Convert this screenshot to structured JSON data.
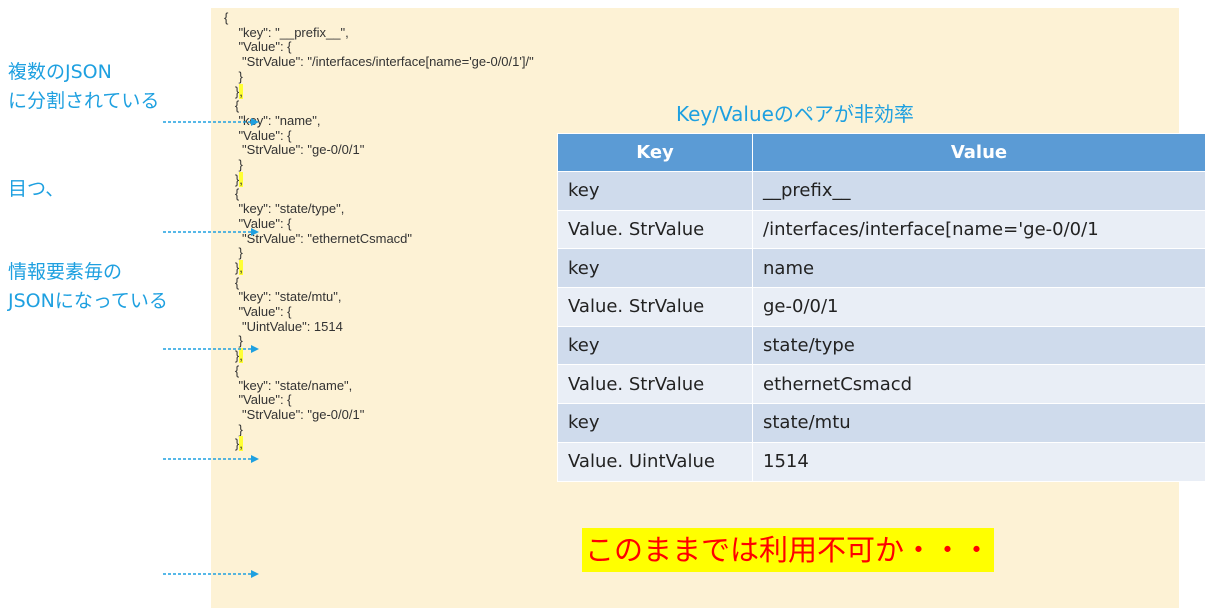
{
  "code_lines": [
    "{",
    "    \"key\": \"__prefix__\",",
    "    \"Value\": {",
    "     \"StrValue\": \"/interfaces/interface[name='ge-0/0/1']/\"",
    "    }",
    "   },",
    "   {",
    "    \"key\": \"name\",",
    "    \"Value\": {",
    "     \"StrValue\": \"ge-0/0/1\"",
    "    }",
    "   },",
    "   {",
    "    \"key\": \"state/type\",",
    "    \"Value\": {",
    "     \"StrValue\": \"ethernetCsmacd\"",
    "    }",
    "   },",
    "   {",
    "    \"key\": \"state/mtu\",",
    "    \"Value\": {",
    "     \"UintValue\": 1514",
    "    }",
    "   },",
    "   {",
    "    \"key\": \"state/name\",",
    "    \"Value\": {",
    "     \"StrValue\": \"ge-0/0/1\"",
    "    }",
    "   },"
  ],
  "highlight_char": ",",
  "notes": {
    "split_line1": "複数のJSON",
    "split_line2": "に分割されている",
    "eyes": "目つ、",
    "each_line1": "情報要素毎の",
    "each_line2": "JSONになっている"
  },
  "table": {
    "title": "Key/Valueのペアが非効率",
    "headers": [
      "Key",
      "Value"
    ],
    "rows": [
      [
        "key",
        "__prefix__"
      ],
      [
        "Value. StrValue",
        "/interfaces/interface[name='ge-0/0/1"
      ],
      [
        "key",
        "name"
      ],
      [
        "Value. StrValue",
        "ge-0/0/1"
      ],
      [
        "key",
        "state/type"
      ],
      [
        "Value. StrValue",
        "ethernetCsmacd"
      ],
      [
        "key",
        "state/mtu"
      ],
      [
        "Value. UintValue",
        "1514"
      ]
    ]
  },
  "warning": "このままでは利用不可か・・・",
  "colors": {
    "note_text": "#1ea0e0",
    "code_bg": "#fdf2d5",
    "table_header": "#5b9bd5",
    "table_row_odd": "#cfdbec",
    "table_row_even": "#e9eef6",
    "highlight": "#ffff33",
    "warning_text": "#ff0000",
    "warning_bg": "#ffff00"
  }
}
